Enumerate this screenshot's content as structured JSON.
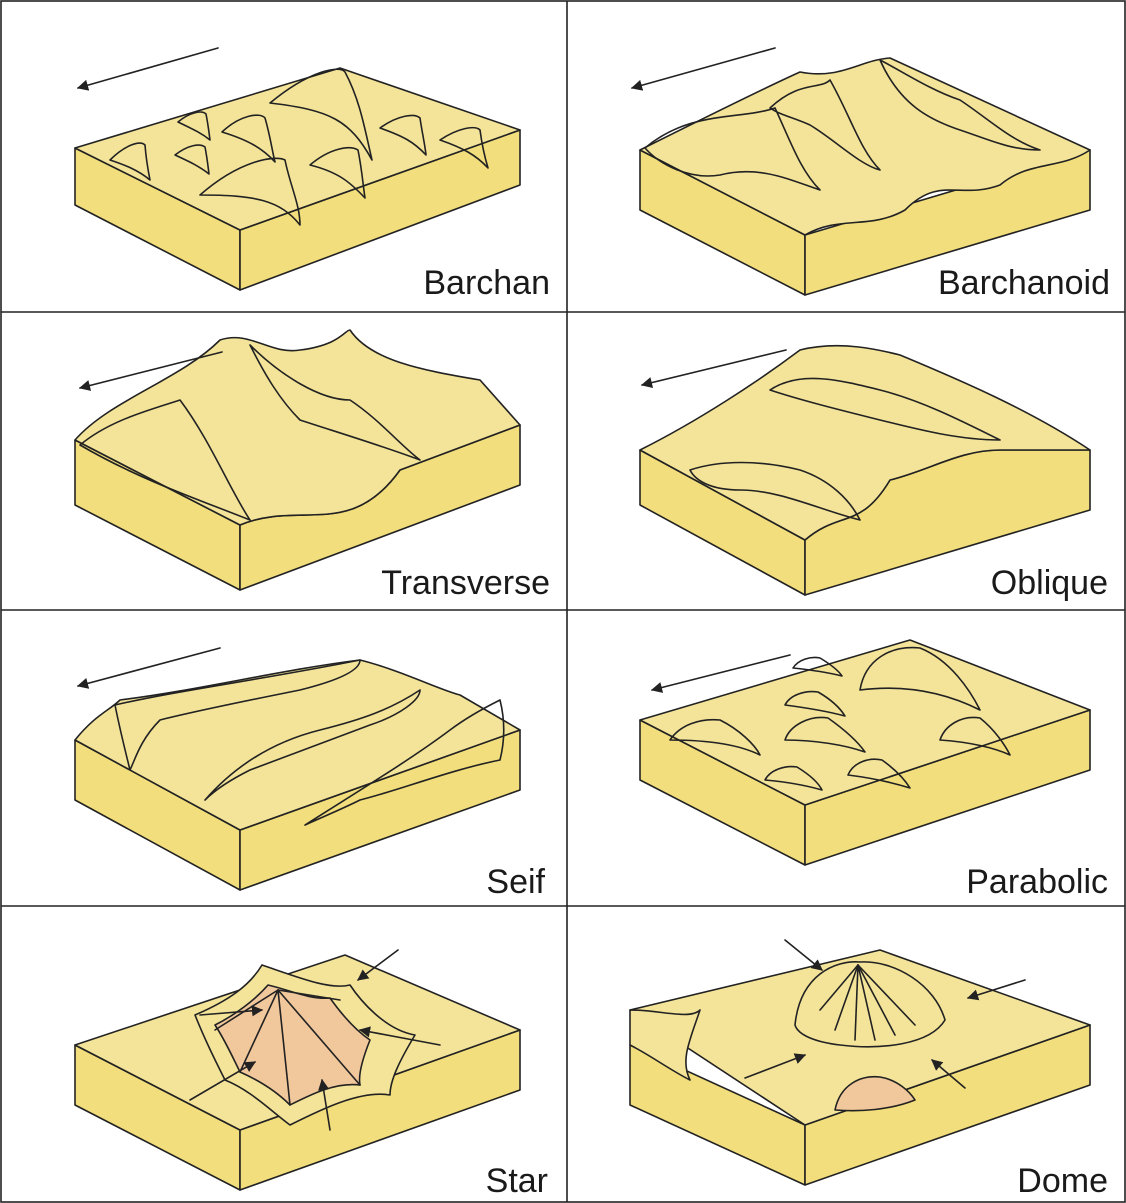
{
  "colors": {
    "block_top": "#f4e49a",
    "block_side": "#f2de7c",
    "slip_face": "#f1c79c",
    "dome_fill": "#f4e49a",
    "outline": "#222222",
    "background": "#ffffff"
  },
  "panels": [
    {
      "id": "barchan",
      "label": "Barchan"
    },
    {
      "id": "barchanoid",
      "label": "Barchanoid"
    },
    {
      "id": "transverse",
      "label": "Transverse"
    },
    {
      "id": "oblique",
      "label": "Oblique"
    },
    {
      "id": "seif",
      "label": "Seif"
    },
    {
      "id": "parabolic",
      "label": "Parabolic"
    },
    {
      "id": "star",
      "label": "Star"
    },
    {
      "id": "dome",
      "label": "Dome"
    }
  ],
  "icons": {
    "wind_arrow": "wind-direction-arrow-icon"
  }
}
